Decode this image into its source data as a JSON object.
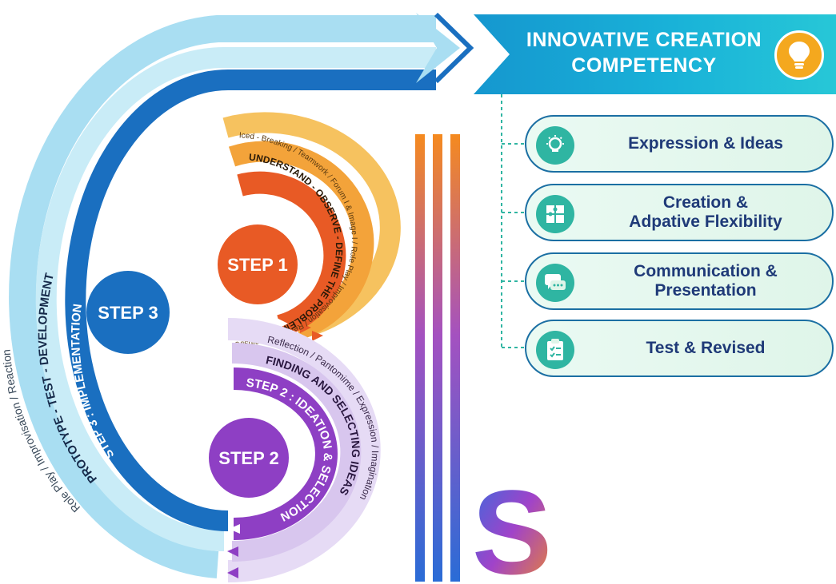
{
  "header": {
    "title_line1": "INNOVATIVE CREATION",
    "title_line2": "COMPETENCY",
    "icon": "lightbulb-icon"
  },
  "competencies": [
    {
      "line1": "Expression & Ideas",
      "line2": "",
      "icon": "idea-bulb-icon"
    },
    {
      "line1": "Creation &",
      "line2": "Adpative Flexibility",
      "icon": "puzzle-icon"
    },
    {
      "line1": "Communication &",
      "line2": "Presentation",
      "icon": "chat-bubbles-icon"
    },
    {
      "line1": "Test & Revised",
      "line2": "",
      "icon": "clipboard-checklist-icon"
    }
  ],
  "steps": {
    "step1": {
      "badge": "STEP 1",
      "title": "STEP 1 : INQUIRY",
      "subtitle": "UNDERSTAND - OBSERVE - DEFINE THE PROBLEM",
      "activities": "Iced - Breaking / Teamwork / Forum I & Image I / Role Play / Improvisation / Reaction / Brainstrom"
    },
    "step2": {
      "badge": "STEP 2",
      "title": "STEP 2 : IDEATION & SELECTION",
      "subtitle": "FINDING AND SELECTING IDEAS",
      "activities": "Reflection / Pantomime / Expression / Imagination"
    },
    "step3": {
      "badge": "STEP 3",
      "title": "STEP 3 : IMPLEMENTATION",
      "subtitle": "PROTOTYPE - TEST - DEVELOPMENT",
      "activities": "Role Play / Improvisation / Reaction"
    }
  },
  "logo_letter": "S",
  "colors": {
    "step1": "#e85a25",
    "step1_light": "#f3a33a",
    "step2": "#8e3fc4",
    "step2_light": "#d8c6ee",
    "step3": "#1a6fc0",
    "step3_light": "#a9def2",
    "accent": "#19b2d8",
    "card_text": "#1f3a78"
  }
}
